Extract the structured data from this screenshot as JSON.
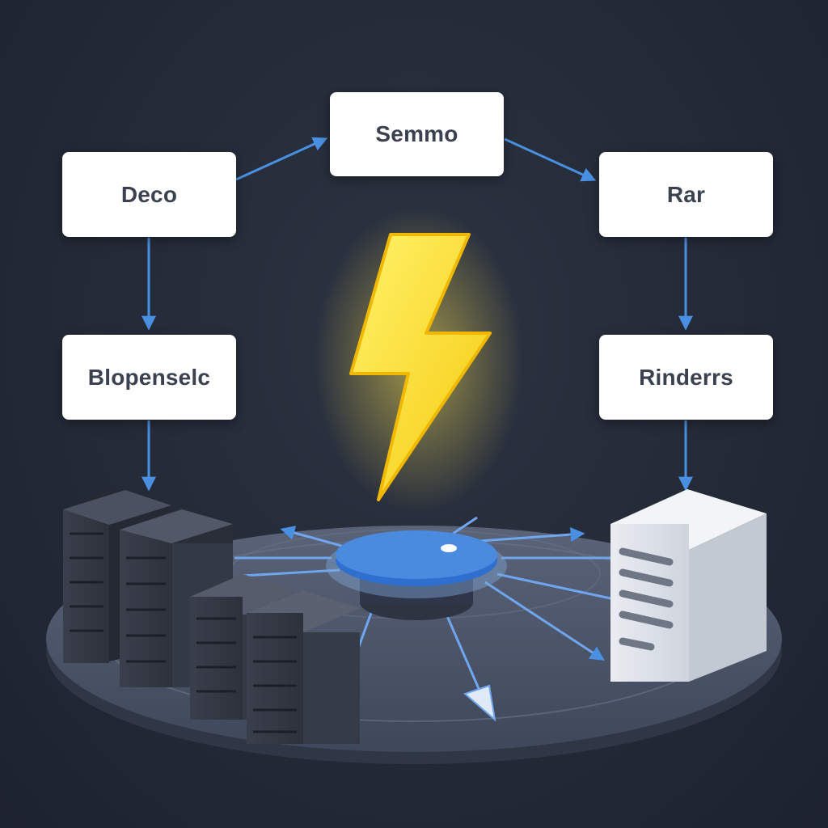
{
  "nodes": {
    "semmo": "Semmo",
    "deco": "Deco",
    "rar": "Rar",
    "blopenselc": "Blopenselc",
    "rinderrs": "Rinderrs"
  },
  "colors": {
    "background": "#252b38",
    "box": "#ffffff",
    "box_text": "#3b4150",
    "arrow": "#4a90e2",
    "bolt": "#ffd21f",
    "hub": "#4a8be0",
    "platform": "#4a5266"
  },
  "icons": [
    "lightning-bolt-icon",
    "server-rack-icon",
    "storage-server-icon",
    "hub-icon"
  ]
}
